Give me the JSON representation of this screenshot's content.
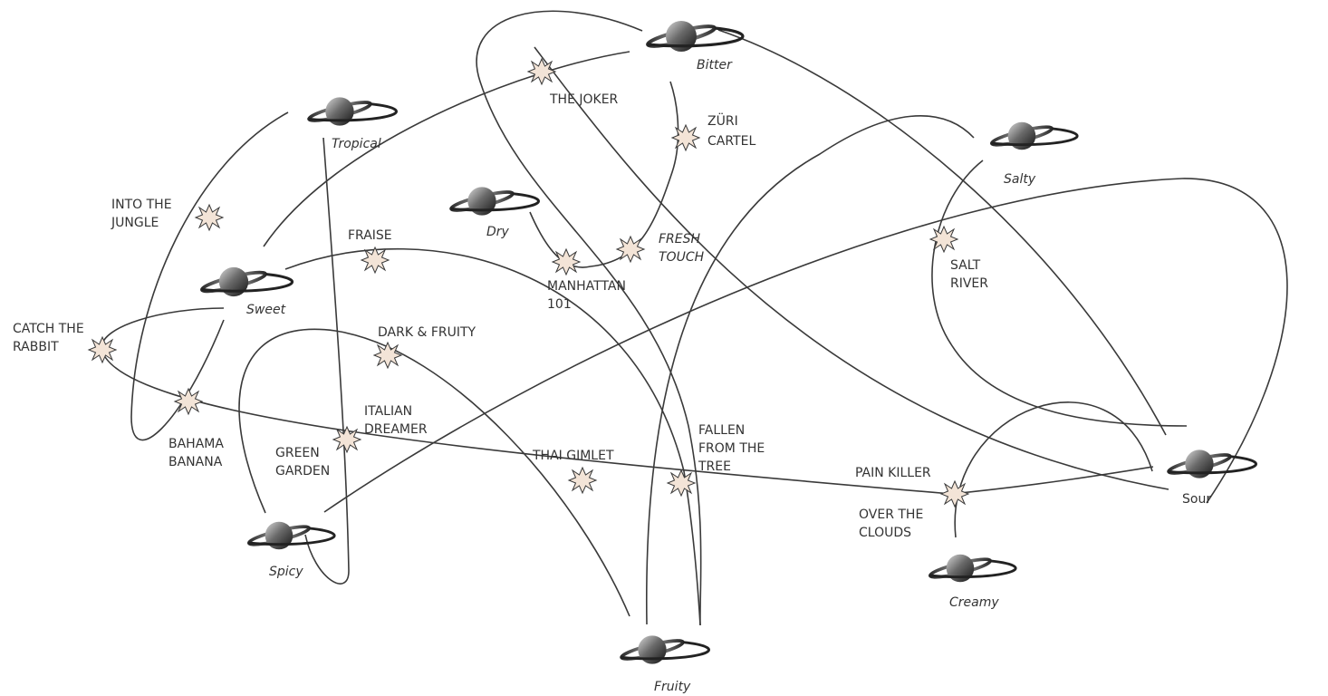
{
  "colors": {
    "line": "#3a3a3a",
    "text": "#333333",
    "burst_fill": "#f3e4d7",
    "background": "#ffffff"
  },
  "flavors": {
    "bitter": "Bitter",
    "tropical": "Tropical",
    "sweet": "Sweet",
    "dry": "Dry",
    "salty": "Salty",
    "spicy": "Spicy",
    "fruity": "Fruity",
    "creamy": "Creamy",
    "sour": "Sour"
  },
  "cocktails": {
    "the_joker": [
      "THE JOKER"
    ],
    "zuri_cartel": [
      "ZÜRI",
      "CARTEL"
    ],
    "into_the_jungle": [
      "INTO THE",
      "JUNGLE"
    ],
    "fraise": [
      "FRAISE"
    ],
    "manhattan_101": [
      "MANHATTAN",
      "101"
    ],
    "fresh_touch": [
      "FRESH",
      "TOUCH"
    ],
    "salt_river": [
      "SALT",
      "RIVER"
    ],
    "catch_the_rabbit": [
      "CATCH THE",
      "RABBIT"
    ],
    "dark_and_fruity": [
      "DARK & FRUITY"
    ],
    "bahama_banana": [
      "BAHAMA",
      "BANANA"
    ],
    "italian_dreamer": [
      "ITALIAN",
      "DREAMER"
    ],
    "green_garden": [
      "GREEN",
      "GARDEN"
    ],
    "thai_gimlet": [
      "THAI GIMLET"
    ],
    "fallen_from_the_tree": [
      "FALLEN",
      "FROM THE",
      "TREE"
    ],
    "pain_killer": [
      "PAIN KILLER"
    ],
    "over_the_clouds": [
      "OVER THE",
      "CLOUDS"
    ]
  }
}
